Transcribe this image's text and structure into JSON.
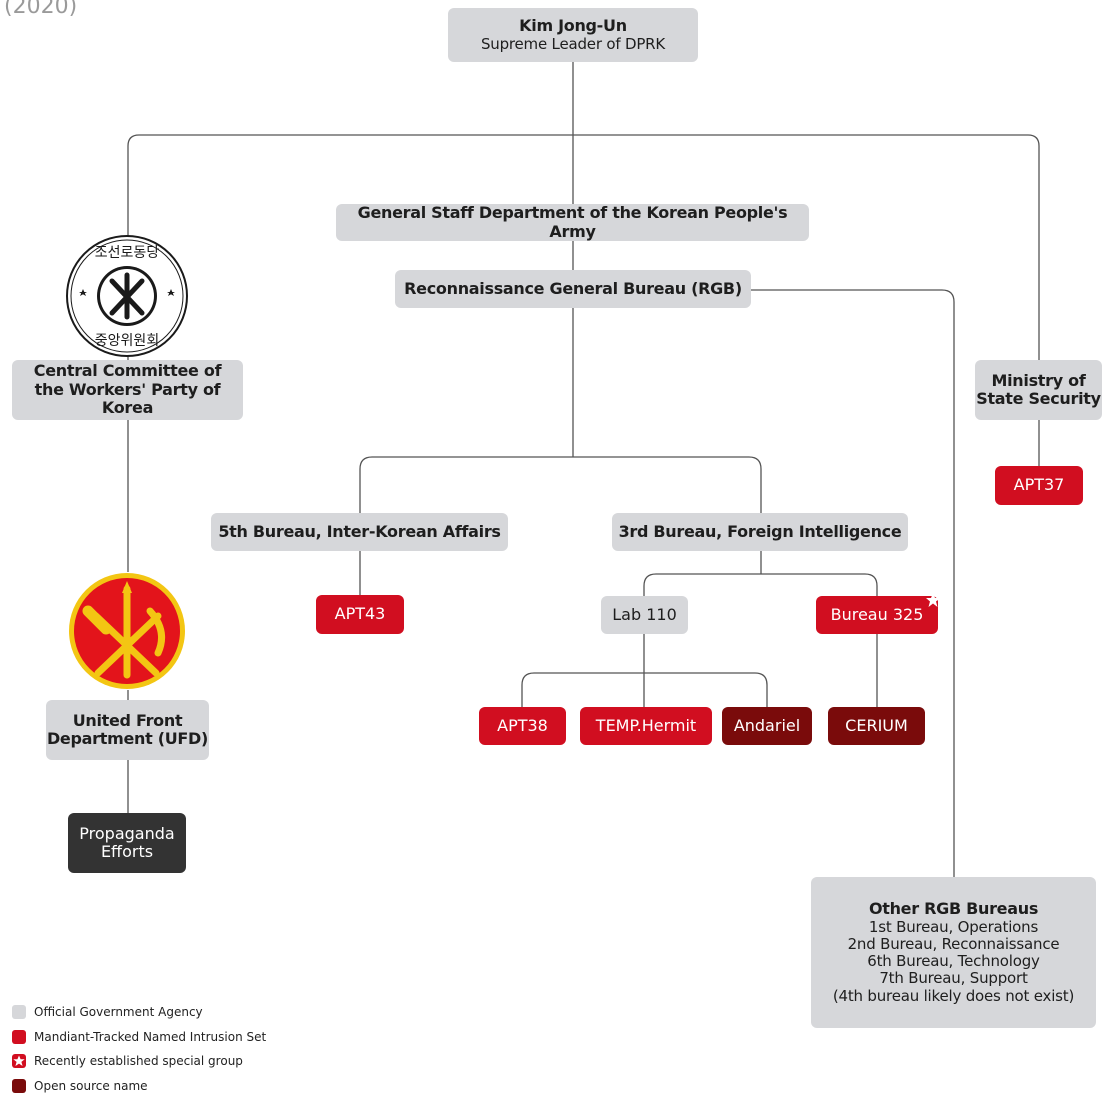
{
  "header_note": "(2020)",
  "nodes": {
    "kim": {
      "title": "Kim Jong-Un",
      "subtitle": "Supreme Leader of DPRK"
    },
    "gsd": {
      "title": "General Staff Department of the Korean People's Army"
    },
    "rgb": {
      "title": "Reconnaissance General Bureau (RGB)"
    },
    "central_committee": {
      "title": "Central Committee of the Workers' Party of Korea"
    },
    "mss": {
      "title": "Ministry of State Security"
    },
    "apt37": "APT37",
    "bureau5": {
      "title": "5th Bureau, Inter-Korean Affairs"
    },
    "bureau3": {
      "title": "3rd Bureau, Foreign Intelligence"
    },
    "apt43": "APT43",
    "lab110": "Lab 110",
    "bureau325": "Bureau 325",
    "apt38": "APT38",
    "temp_hermit": "TEMP.Hermit",
    "andariel": "Andariel",
    "cerium": "CERIUM",
    "ufd": {
      "title": "United Front Department (UFD)"
    },
    "propaganda": "Propaganda Efforts",
    "other_rgb": {
      "title": "Other RGB Bureaus",
      "lines": [
        "1st Bureau, Operations",
        "2nd Bureau, Reconnaissance",
        "6th Bureau, Technology",
        "7th Bureau, Support",
        "(4th bureau likely does not exist)"
      ]
    }
  },
  "emblem_seal": {
    "text": "조선로동당 중앙위원회",
    "icon": "party-seal-icon"
  },
  "emblem_wpk": {
    "icon": "hammer-sickle-brush-icon"
  },
  "legend": [
    {
      "label": "Official Government Agency",
      "swatch": "gov"
    },
    {
      "label": "Mandiant-Tracked Named Intrusion Set",
      "swatch": "red"
    },
    {
      "label": "Recently established special group",
      "swatch": "star"
    },
    {
      "label": "Open source name",
      "swatch": "dark"
    }
  ],
  "colors": {
    "gov": "#d6d7da",
    "tracked": "#d10e20",
    "open_source": "#7a0b0b",
    "propaganda": "#333333",
    "line": "#555555"
  }
}
